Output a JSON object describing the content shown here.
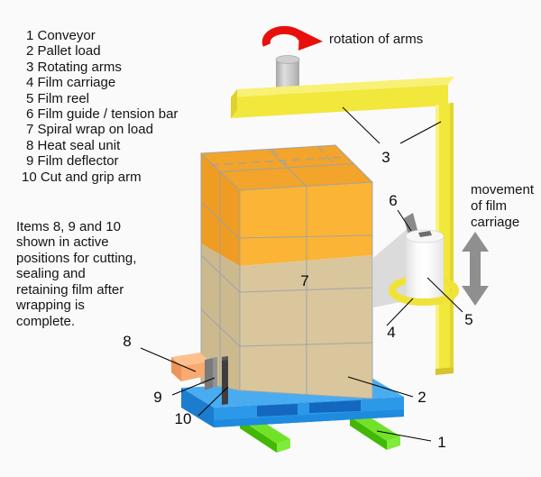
{
  "legend": {
    "items": [
      "1 Conveyor",
      "2 Pallet load",
      "3 Rotating arms",
      "4 Film carriage",
      "5 Film reel",
      "6 Film guide / tension bar",
      "7 Spiral wrap on load",
      "8 Heat seal unit",
      "9 Film deflector",
      "10 Cut and grip arm"
    ]
  },
  "note": {
    "lines": [
      "Items 8, 9 and 10",
      "shown in active",
      "positions for cutting,",
      "sealing and",
      "retaining film after",
      "wrapping is",
      "complete."
    ]
  },
  "annotations": {
    "rotation": "rotation of arms",
    "movement": [
      "movement",
      "of film",
      "carriage"
    ]
  },
  "callouts": {
    "conveyor": "1",
    "pallet_load": "2",
    "rotating_arms": "3",
    "film_carriage": "4",
    "film_reel": "5",
    "film_guide": "6",
    "spiral_wrap": "7",
    "heat_seal": "8",
    "film_deflector": "9",
    "cut_and_grip": "10"
  },
  "colors": {
    "background": "#fafafa",
    "arm_yellow_front": "#f2e73b",
    "arm_yellow_top": "#f8f175",
    "box_orange_front": "#fbb435",
    "box_orange_top": "#f2a42b",
    "wrap_tan_front": "#d9c69c",
    "wrap_tan_side": "#ccb98e",
    "pallet_blue": "#2b99e8",
    "conveyor_green": "#72e228",
    "rotation_arrow_red": "#e8100c",
    "movement_arrow_gray": "#8f8f8f",
    "heat_seal_salmon": "#f9aa70",
    "film_gray": "#dbdbdb",
    "reel_white": "#fdfdfd"
  }
}
